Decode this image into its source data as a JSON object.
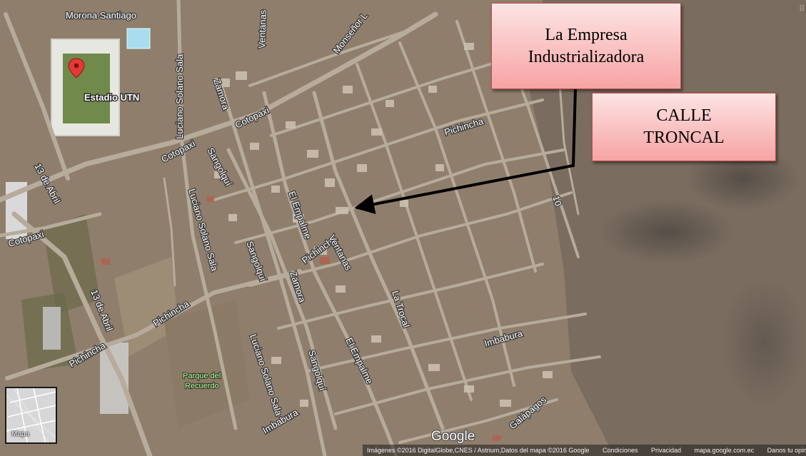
{
  "map": {
    "poi": {
      "name": "Estadio UTN",
      "icon": "map-pin-icon"
    },
    "park": {
      "line1": "Parque del",
      "line2": "Recuerdo"
    },
    "roads": [
      {
        "id": "morona-santiago",
        "label": "Morona Santiago"
      },
      {
        "id": "ventanas-top",
        "label": "Ventanas"
      },
      {
        "id": "monsenor",
        "label": "Monseñor L"
      },
      {
        "id": "luciano-top",
        "label": "Luciano Solano Sala"
      },
      {
        "id": "zamora-top",
        "label": "Zamora"
      },
      {
        "id": "cotopaxi-1",
        "label": "Cotopaxi"
      },
      {
        "id": "cotopaxi-2",
        "label": "Cotopaxi"
      },
      {
        "id": "cotopaxi-3",
        "label": "Cotopaxi"
      },
      {
        "id": "sangolqui-1",
        "label": "Sangolquí"
      },
      {
        "id": "luciano-mid",
        "label": "Luciano Solano Sala"
      },
      {
        "id": "13-abril-1",
        "label": "13 de Abril"
      },
      {
        "id": "el-empalme-1",
        "label": "El Empalme"
      },
      {
        "id": "pichincha-1",
        "label": "Pichincha"
      },
      {
        "id": "pichincha-2",
        "label": "Pichincha"
      },
      {
        "id": "ventanas-mid",
        "label": "Ventanas"
      },
      {
        "id": "zamora-mid",
        "label": "Zamora"
      },
      {
        "id": "sangolqui-2",
        "label": "Sangolquí"
      },
      {
        "id": "13-abril-2",
        "label": "13 de Abril"
      },
      {
        "id": "pichincha-3",
        "label": "Pichincha"
      },
      {
        "id": "pichincha-4",
        "label": "Pichincha"
      },
      {
        "id": "la-trocal",
        "label": "La Trocal"
      },
      {
        "id": "el-empalme-2",
        "label": "El Empalme"
      },
      {
        "id": "luciano-bot",
        "label": "Luciano Solano Sala"
      },
      {
        "id": "sangolqui-3",
        "label": "Sangolquí"
      },
      {
        "id": "imbabura-1",
        "label": "Imbabura"
      },
      {
        "id": "imbabura-2",
        "label": "Imbabura"
      },
      {
        "id": "galapagos",
        "label": "Galápagos"
      },
      {
        "id": "ten",
        "label": "10"
      }
    ],
    "google_logo": "Google",
    "minimap_label": "Mapa",
    "corner_glyph": "⠿",
    "attribution": [
      "Imágenes ©2016 DigitalGlobe,CNES / Astrium,Datos del mapa ©2016 Google",
      "Condiciones",
      "Privacidad",
      "mapa.google.com.ec",
      "Danos tu opinión"
    ]
  },
  "callouts": {
    "empresa": {
      "line1": "La Empresa",
      "line2": "Industrializadora"
    },
    "troncal": {
      "line1": "CALLE",
      "line2": "TRONCAL"
    }
  },
  "colors": {
    "terrain": "#8f7e6c",
    "mountain": "#786a5d",
    "road": "#b7ab9b",
    "callout_top": "#fde4e4",
    "callout_bottom": "#f7a3a3",
    "callout_border": "#c0504d"
  }
}
